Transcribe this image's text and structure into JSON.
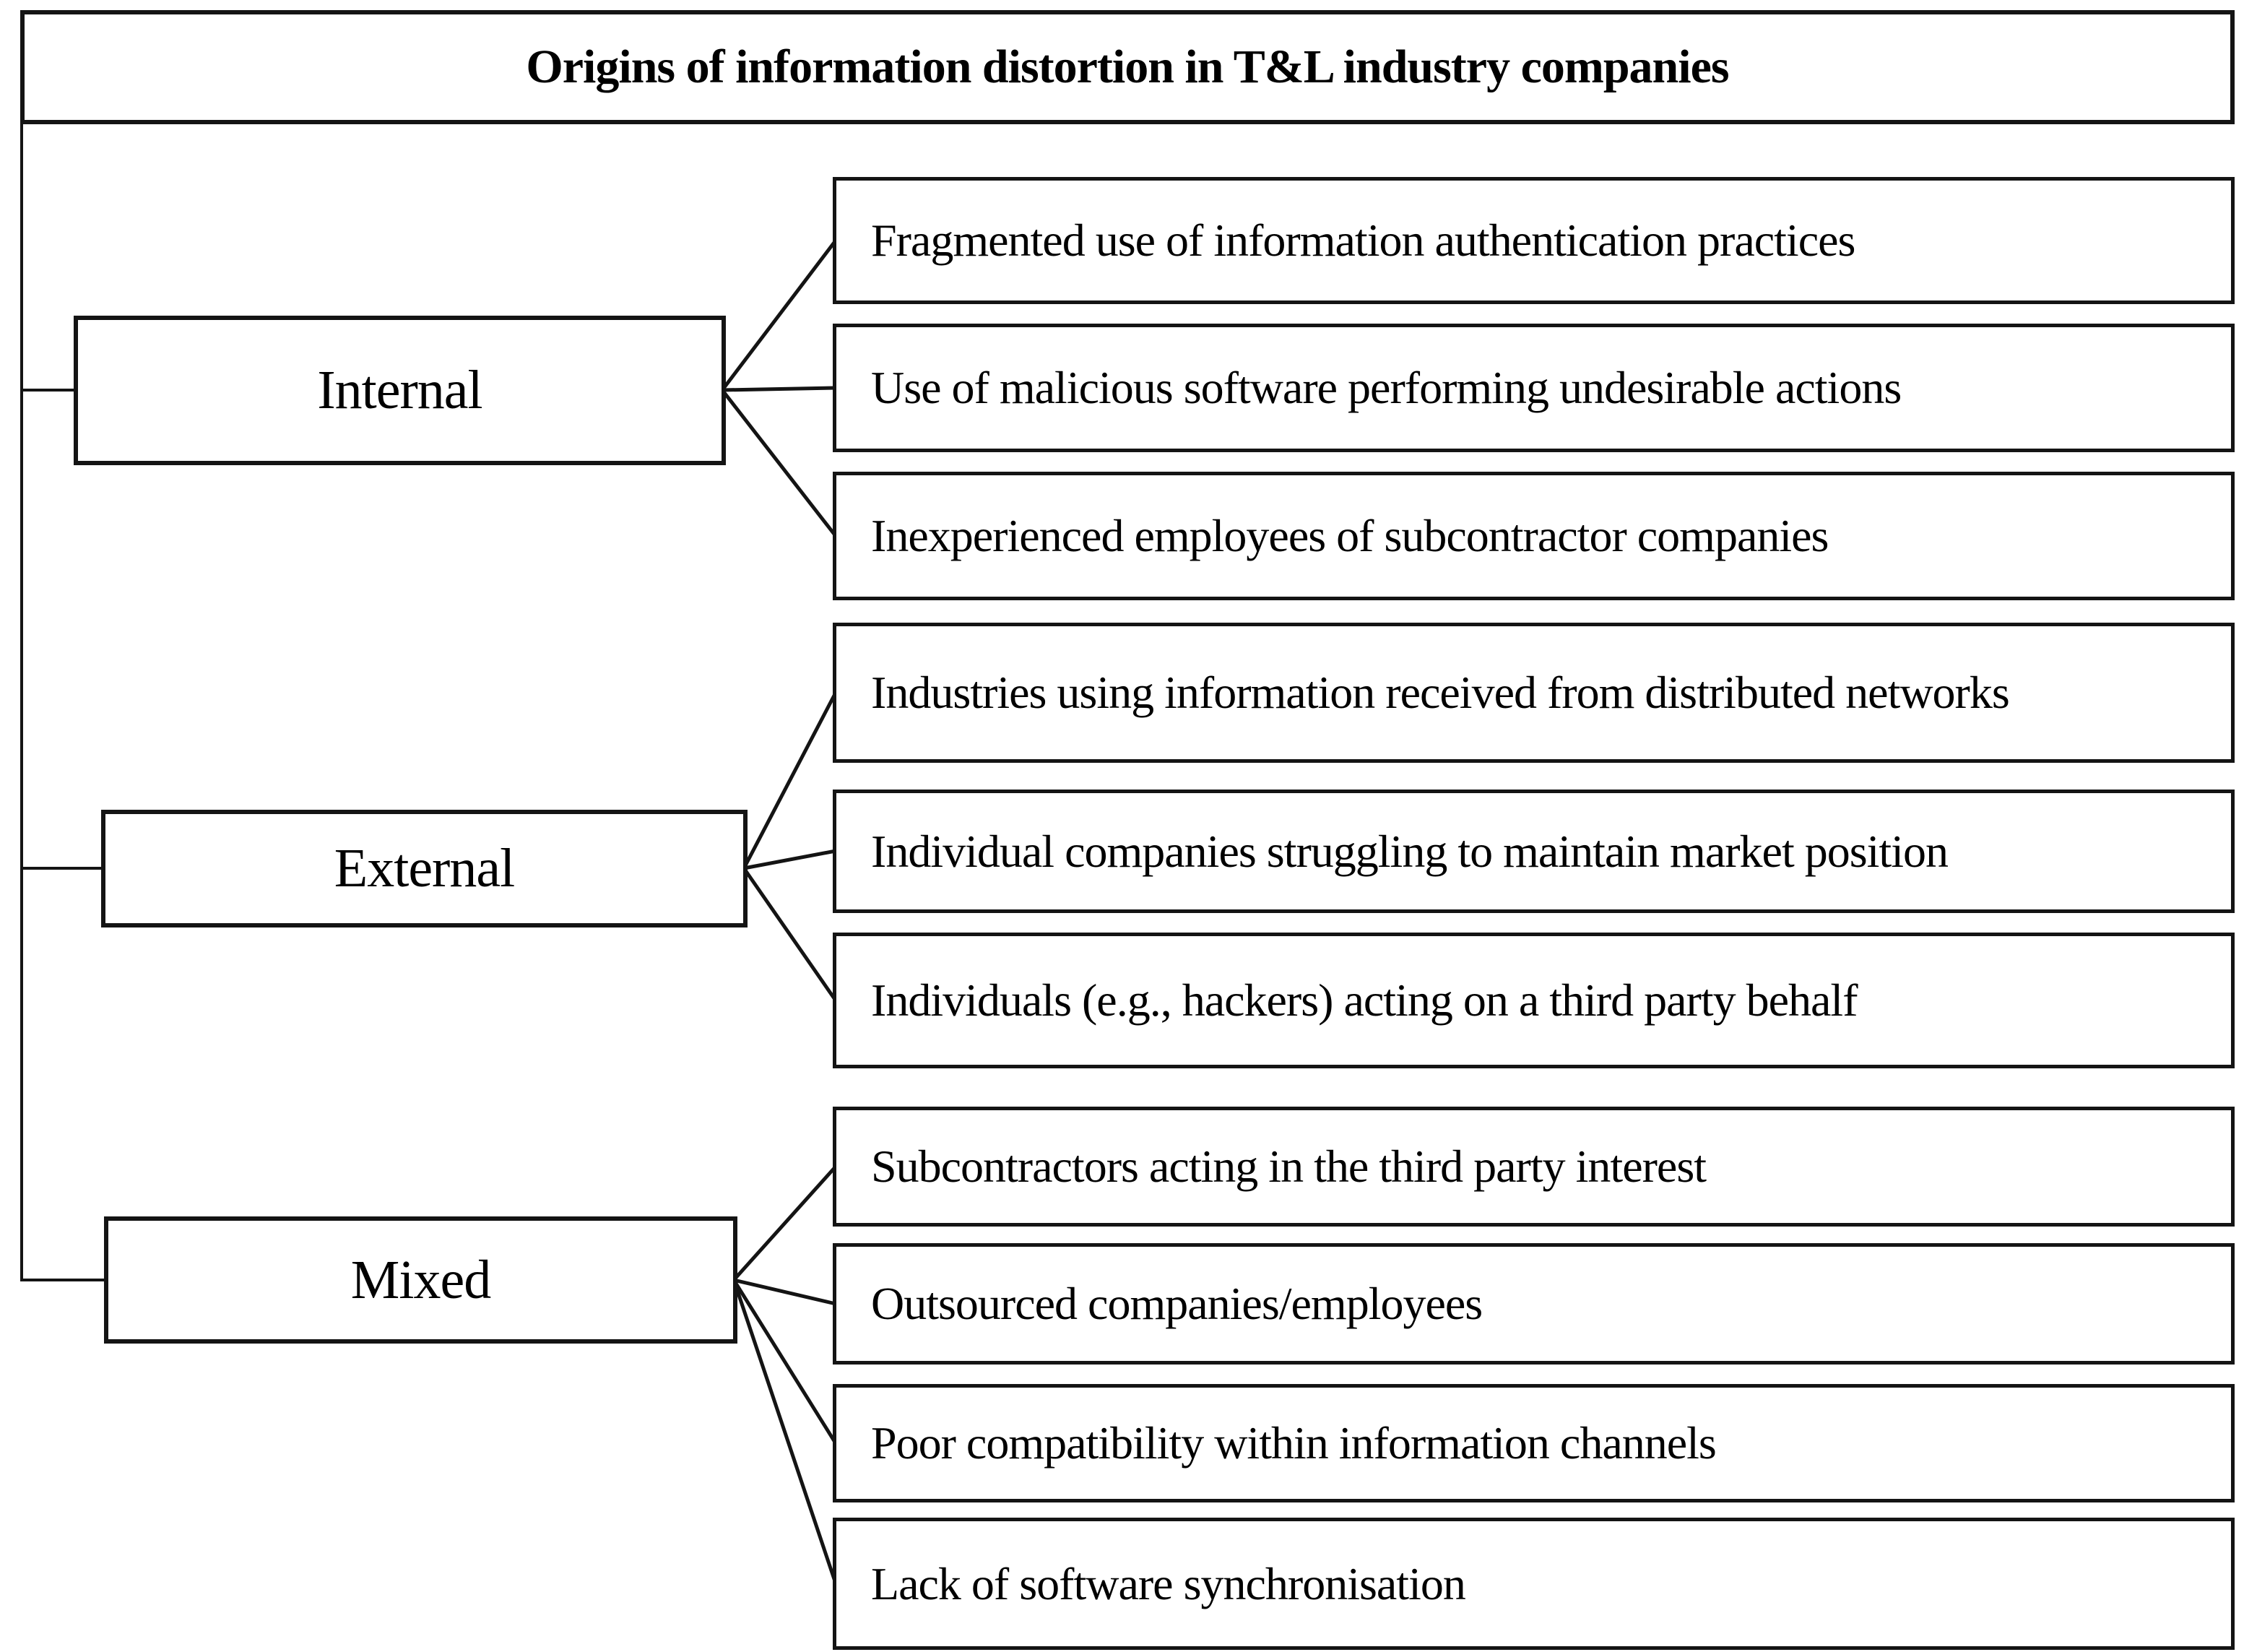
{
  "diagram": {
    "title": "Origins of information distortion in T&L industry companies",
    "groups": [
      {
        "label": "Internal",
        "items": [
          "Fragmented use of information authentication practices",
          "Use of malicious software performing undesirable actions",
          "Inexperienced employees of subcontractor companies"
        ]
      },
      {
        "label": "External",
        "items": [
          "Industries using information received from distributed networks",
          "Individual companies struggling to maintain market position",
          "Individuals (e.g., hackers) acting on a third party behalf"
        ]
      },
      {
        "label": "Mixed",
        "items": [
          "Subcontractors acting in the third party interest",
          "Outsourced companies/employees",
          "Poor compatibility within information channels",
          "Lack of software synchronisation"
        ]
      }
    ],
    "colors": {
      "line": "#141414",
      "box_background": "#ffffff",
      "text": "#000000",
      "page_background": "#ffffff"
    }
  }
}
